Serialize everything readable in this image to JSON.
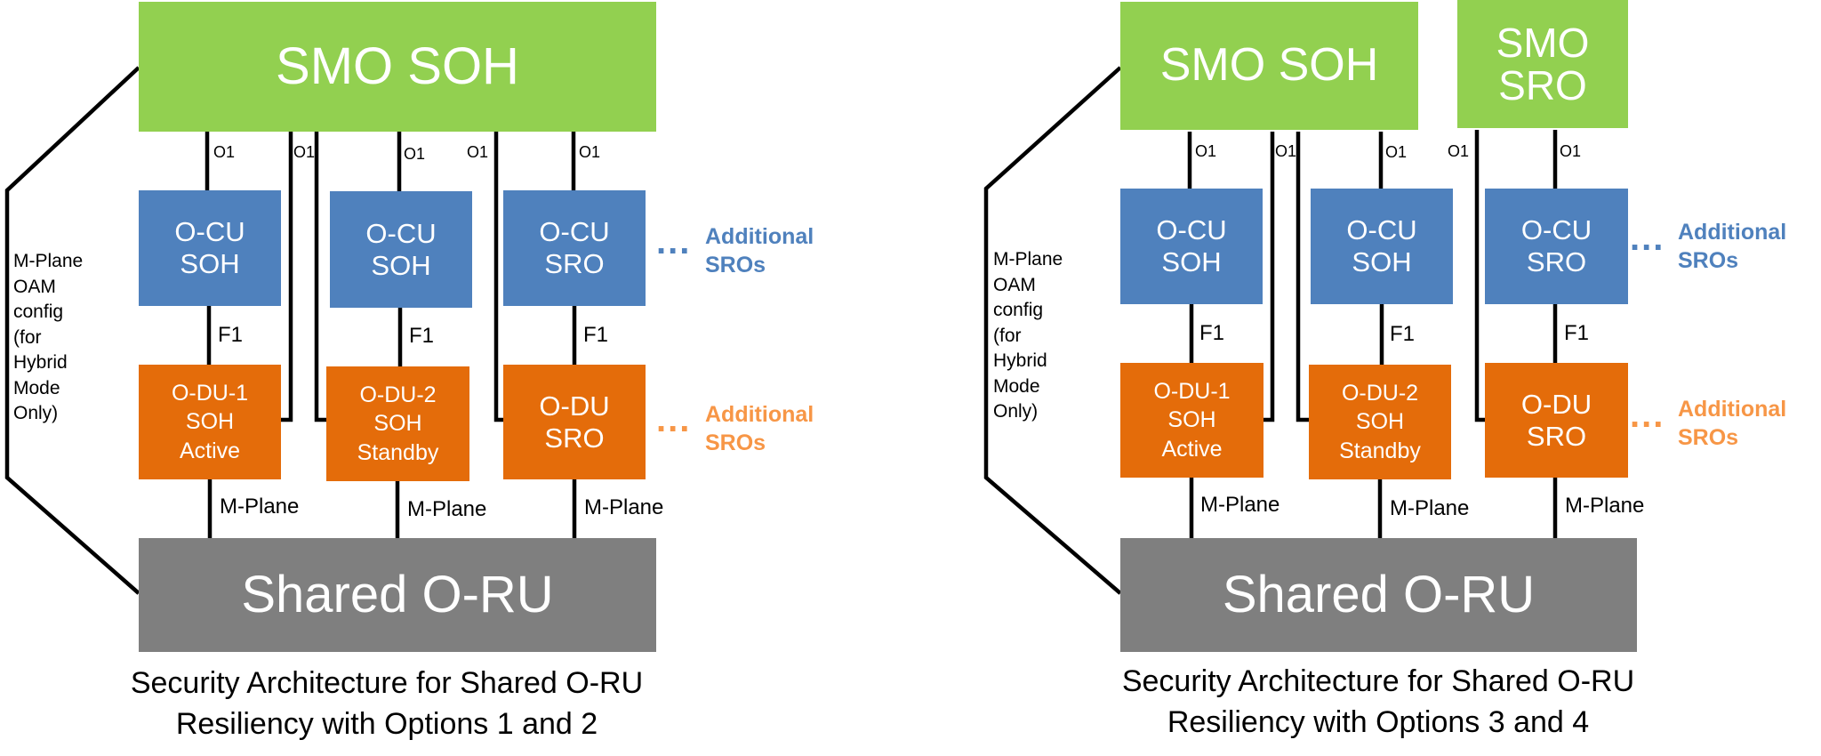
{
  "colors": {
    "smo": "#92d050",
    "ocu": "#4f81bd",
    "odu": "#e46c0a",
    "oru": "#7f7f7f",
    "additional_blue": "#4f81bd",
    "additional_orange": "#f79646"
  },
  "left": {
    "smo_soh": "SMO SOH",
    "ocu": [
      {
        "line1": "O-CU",
        "line2": "SOH"
      },
      {
        "line1": "O-CU",
        "line2": "SOH"
      },
      {
        "line1": "O-CU",
        "line2": "SRO"
      }
    ],
    "odu": [
      {
        "line1": "O-DU-1",
        "line2": "SOH",
        "line3": "Active"
      },
      {
        "line1": "O-DU-2",
        "line2": "SOH",
        "line3": "Standby"
      },
      {
        "line1": "O-DU",
        "line2": "SRO"
      }
    ],
    "oru": "Shared O-RU",
    "o1_labels": [
      "O1",
      "O1",
      "O1",
      "O1",
      "O1"
    ],
    "f1_labels": [
      "F1",
      "F1",
      "F1"
    ],
    "mplane_labels": [
      "M-Plane",
      "M-Plane",
      "M-Plane"
    ],
    "side_note": [
      "M-Plane",
      "OAM",
      "config",
      "(for",
      "Hybrid",
      "Mode",
      "Only)"
    ],
    "dots": "...",
    "additional_cu": [
      "Additional",
      "SROs"
    ],
    "additional_du": [
      "Additional",
      "SROs"
    ],
    "caption": [
      "Security Architecture for Shared O-RU",
      "Resiliency with Options 1 and 2"
    ]
  },
  "right": {
    "smo_soh": "SMO SOH",
    "smo_sro": [
      "SMO",
      "SRO"
    ],
    "ocu": [
      {
        "line1": "O-CU",
        "line2": "SOH"
      },
      {
        "line1": "O-CU",
        "line2": "SOH"
      },
      {
        "line1": "O-CU",
        "line2": "SRO"
      }
    ],
    "odu": [
      {
        "line1": "O-DU-1",
        "line2": "SOH",
        "line3": "Active"
      },
      {
        "line1": "O-DU-2",
        "line2": "SOH",
        "line3": "Standby"
      },
      {
        "line1": "O-DU",
        "line2": "SRO"
      }
    ],
    "oru": "Shared O-RU",
    "o1_labels": [
      "O1",
      "O1",
      "O1",
      "O1",
      "O1"
    ],
    "f1_labels": [
      "F1",
      "F1",
      "F1"
    ],
    "mplane_labels": [
      "M-Plane",
      "M-Plane",
      "M-Plane"
    ],
    "side_note": [
      "M-Plane",
      "OAM",
      "config",
      "(for",
      "Hybrid",
      "Mode",
      "Only)"
    ],
    "dots": "...",
    "additional_cu": [
      "Additional",
      "SROs"
    ],
    "additional_du": [
      "Additional",
      "SROs"
    ],
    "caption": [
      "Security Architecture for Shared O-RU",
      "Resiliency with Options 3 and 4"
    ]
  }
}
